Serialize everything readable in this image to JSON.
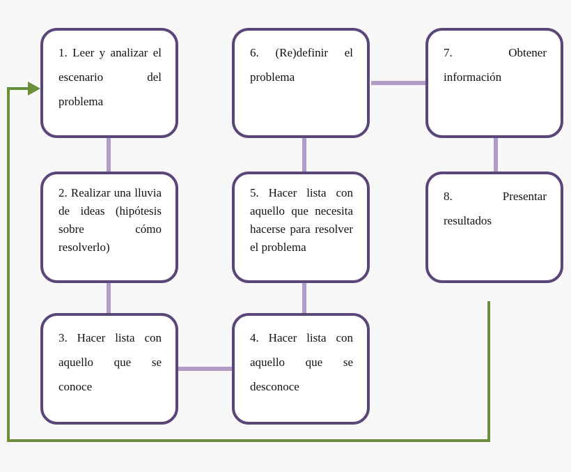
{
  "colors": {
    "box_border": "#5b4679",
    "connector": "#b39bc8",
    "feedback_arrow": "#6b8e3a",
    "background": "#f7f7f7"
  },
  "steps": [
    {
      "id": 1,
      "text": "1. Leer y analizar el escenario del problema"
    },
    {
      "id": 2,
      "text": "2. Realizar una lluvia de ideas (hipótesis sobre cómo resolverlo)"
    },
    {
      "id": 3,
      "text": "3. Hacer lista con aquello que se conoce"
    },
    {
      "id": 4,
      "text": "4. Hacer lista con aquello que se desconoce"
    },
    {
      "id": 5,
      "text": "5. Hacer lista con aquello que necesita hacerse para resolver el problema"
    },
    {
      "id": 6,
      "text": "6. (Re)definir el problema"
    },
    {
      "id": 7,
      "text": "7. Obtener información"
    },
    {
      "id": 8,
      "text": "8. Presentar resultados"
    }
  ]
}
